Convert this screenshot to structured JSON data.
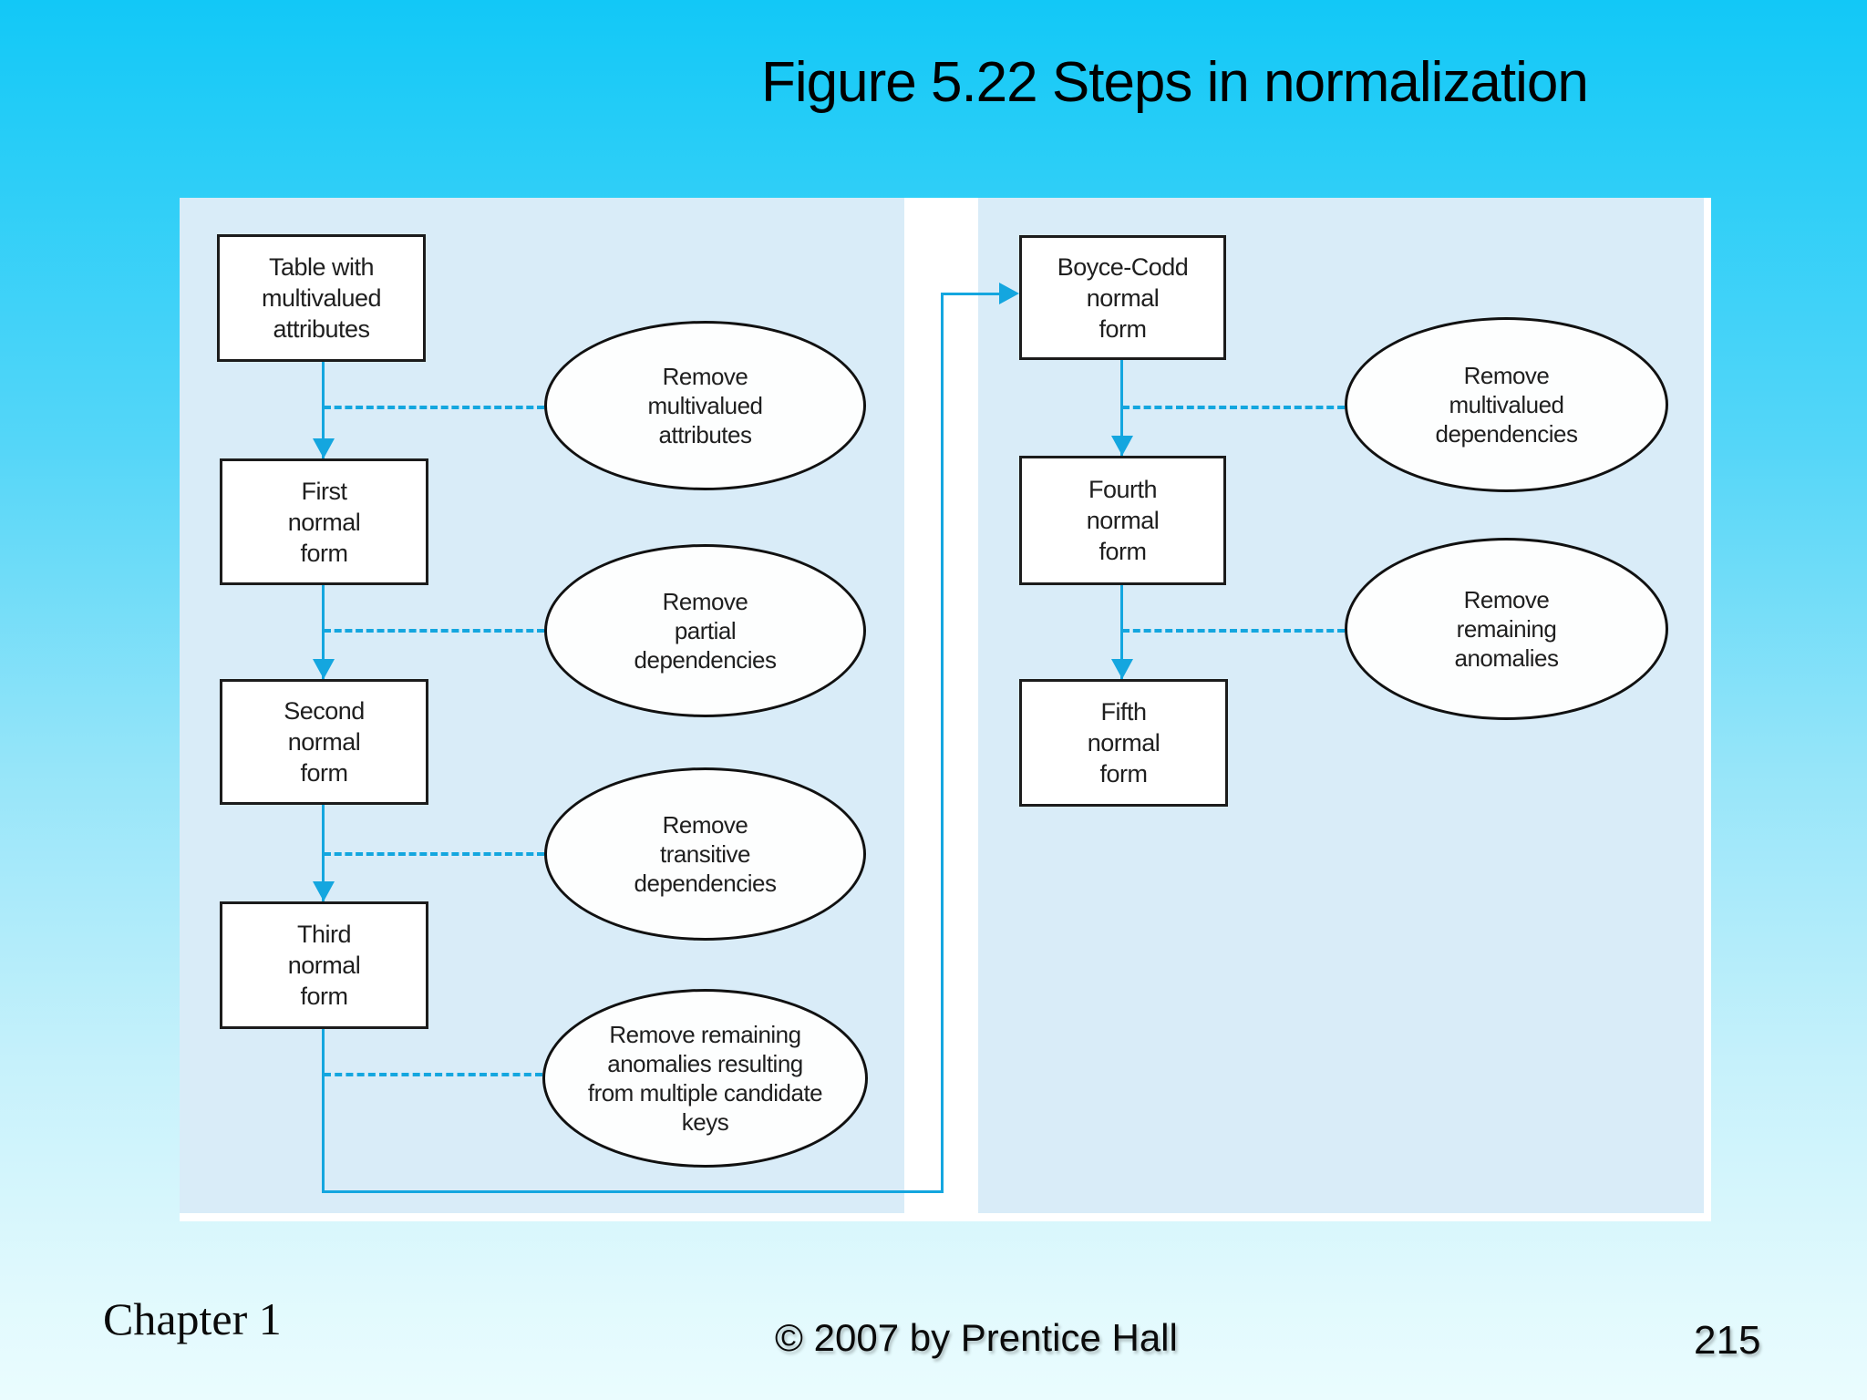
{
  "slide": {
    "title": "Figure 5.22 Steps in normalization",
    "footer": {
      "chapter": "Chapter 1",
      "copyright": "© 2007 by Prentice Hall",
      "page": "215"
    }
  },
  "diagram": {
    "boxes": [
      {
        "id": "table-multivalued",
        "label": "Table with\nmultivalued\nattributes"
      },
      {
        "id": "first-normal-form",
        "label": "First\nnormal\nform"
      },
      {
        "id": "second-normal-form",
        "label": "Second\nnormal\nform"
      },
      {
        "id": "third-normal-form",
        "label": "Third\nnormal\nform"
      },
      {
        "id": "boyce-codd-normal-form",
        "label": "Boyce-Codd\nnormal\nform"
      },
      {
        "id": "fourth-normal-form",
        "label": "Fourth\nnormal\nform"
      },
      {
        "id": "fifth-normal-form",
        "label": "Fifth\nnormal\nform"
      }
    ],
    "ellipses": [
      {
        "id": "remove-multivalued-attributes",
        "label": "Remove\nmultivalued\nattributes"
      },
      {
        "id": "remove-partial-dependencies",
        "label": "Remove\npartial\ndependencies"
      },
      {
        "id": "remove-transitive-dependencies",
        "label": "Remove\ntransitive\ndependencies"
      },
      {
        "id": "remove-remaining-anomalies-candidate-keys",
        "label": "Remove remaining\nanomalies resulting\nfrom multiple candidate\nkeys"
      },
      {
        "id": "remove-multivalued-dependencies",
        "label": "Remove\nmultivalued\ndependencies"
      },
      {
        "id": "remove-remaining-anomalies",
        "label": "Remove\nremaining\nanomalies"
      }
    ]
  },
  "colors": {
    "accent": "#14A6DF",
    "panel": "#D9ECF8",
    "background_top": "#12C8F7",
    "background_bottom": "#EAFCFE"
  }
}
